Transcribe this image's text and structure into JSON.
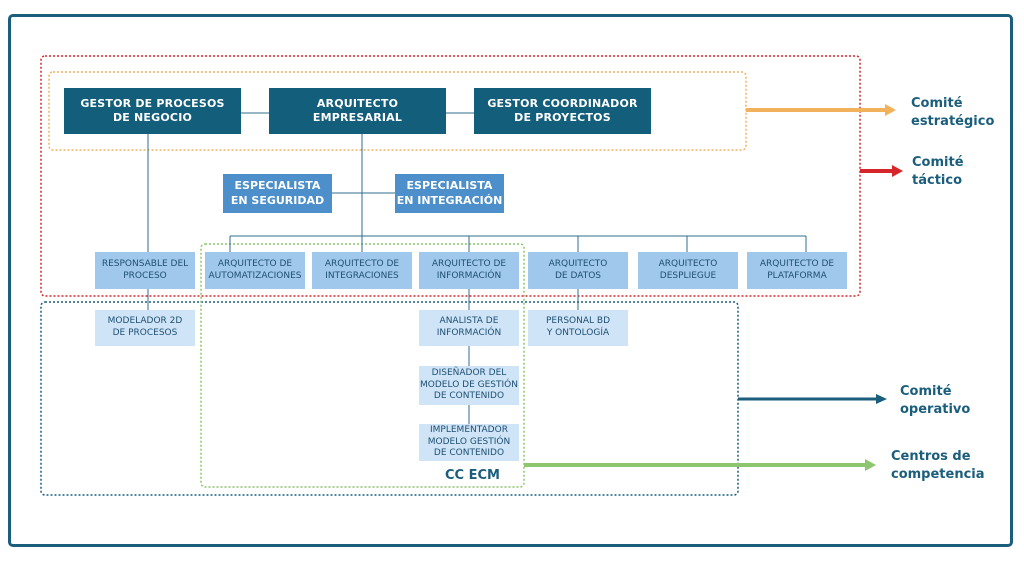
{
  "boxes": {
    "gestor_procesos": "GESTOR DE PROCESOS\nDE NEGOCIO",
    "arquitecto_empresarial": "ARQUITECTO\nEMPRESARIAL",
    "gestor_coordinador": "GESTOR COORDINADOR\nDE PROYECTOS",
    "especialista_seguridad": "ESPECIALISTA\nEN SEGURIDAD",
    "especialista_integracion": "ESPECIALISTA\nEN INTEGRACIÓN",
    "responsable_proceso": "RESPONSABLE DEL\nPROCESO",
    "arq_automatizaciones": "ARQUITECTO DE\nAUTOMATIZACIONES",
    "arq_integraciones": "ARQUITECTO DE\nINTEGRACIONES",
    "arq_informacion": "ARQUITECTO DE\nINFORMACIÓN",
    "arq_datos": "ARQUITECTO\nDE DATOS",
    "arq_despliegue": "ARQUITECTO\nDESPLIEGUE",
    "arq_plataforma": "ARQUITECTO DE\nPLATAFORMA",
    "modelador": "MODELADOR 2D\nDE PROCESOS",
    "analista": "ANALISTA DE\nINFORMACIÓN",
    "personal_bd": "PERSONAL BD\nY ONTOLOGÍA",
    "disenador": "DISEÑADOR DEL\nMODELO DE GESTIÓN\nDE CONTENIDO",
    "implementador": "IMPLEMENTADOR\nMODELO GESTIÓN\nDE CONTENIDO"
  },
  "labels": {
    "comite_estrategico": "Comité\nestratégico",
    "comite_tactico": "Comité\ntáctico",
    "comite_operativo": "Comité\noperativo",
    "centros_competencia": "Centros de\ncompetencia",
    "cc_ecm": "CC ECM"
  },
  "colors": {
    "estrategico": "#f2b25c",
    "tactico": "#d7262b",
    "operativo": "#1b5e7c",
    "competencia": "#8cc66e",
    "frame": "#1b5e7c"
  }
}
